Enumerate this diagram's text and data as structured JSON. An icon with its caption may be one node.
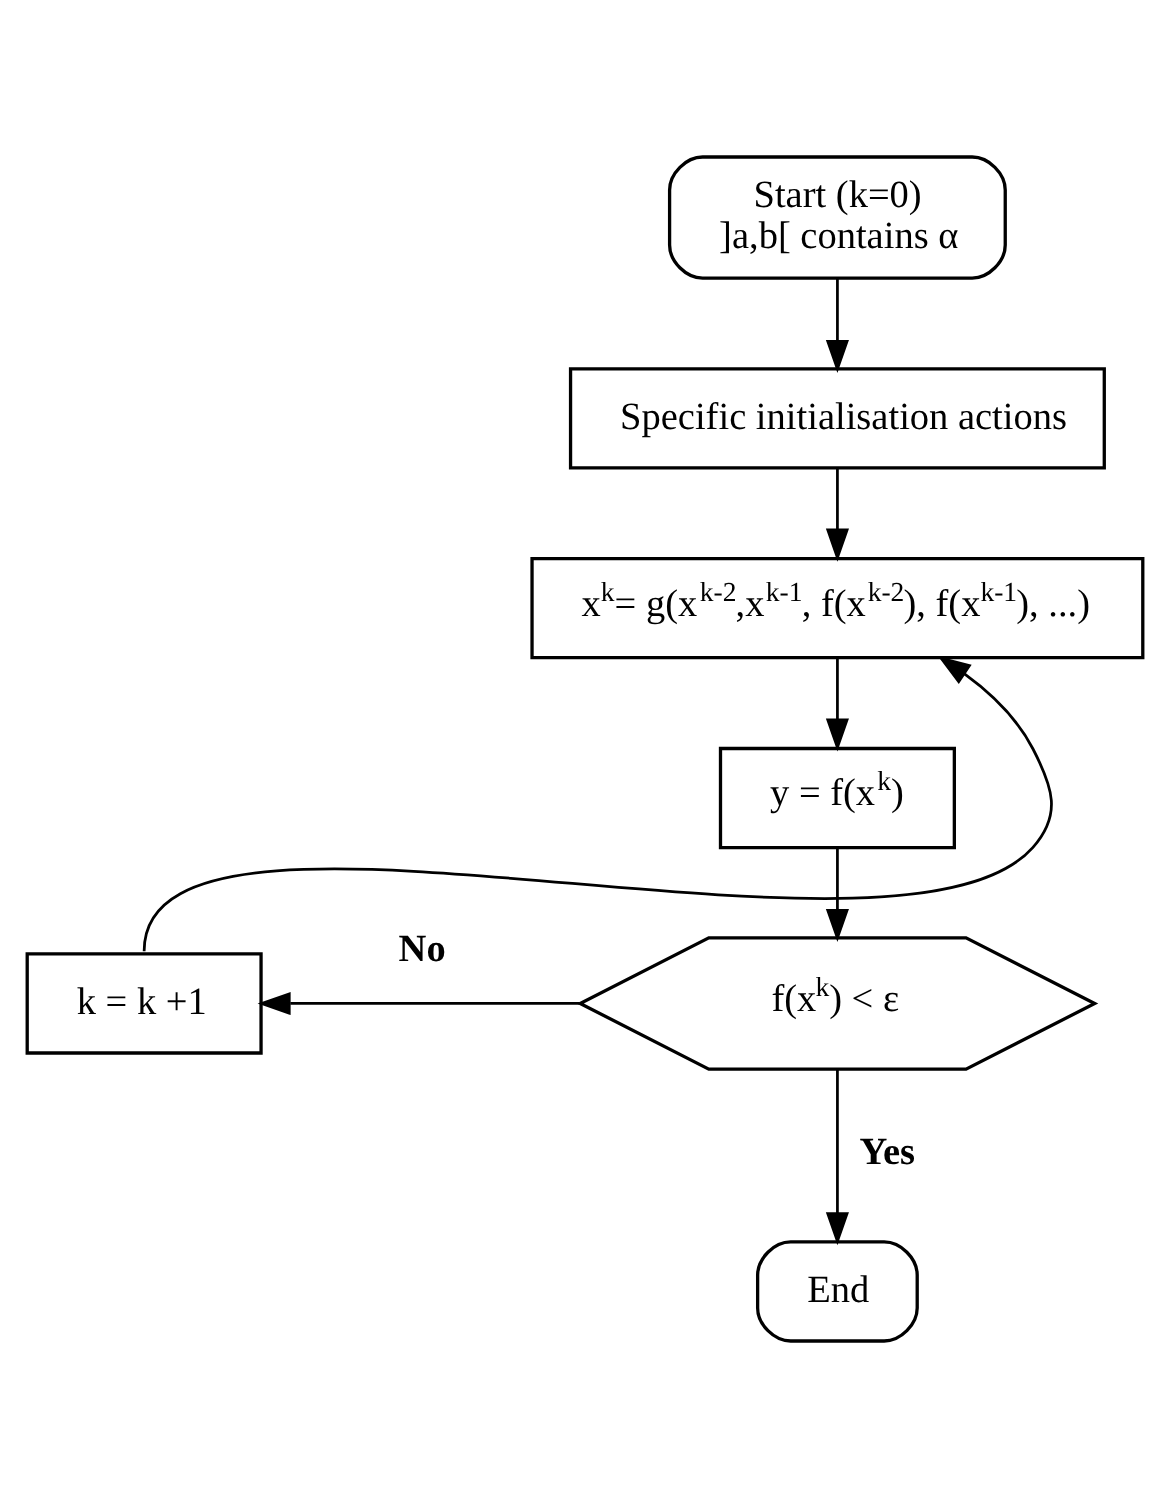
{
  "diagram": {
    "nodes": [
      {
        "text": [
          "Start (k=0)",
          "]a,b[ contains α"
        ]
      },
      {
        "text": [
          "Specific initialisation actions"
        ]
      },
      {
        "text": [
          "x$^{k}$= g(x$^{k-2}$,x$^{k-1}$, f(x$^{k-2}$), f(x$^{k-1}$), ...)"
        ]
      },
      {
        "text": [
          "y = f(x$^{k}$)"
        ]
      },
      {
        "text": [
          "f(x$^{k}$) < ε"
        ]
      },
      {
        "text": [
          "k = k +1"
        ]
      },
      {
        "text": [
          "End"
        ]
      }
    ],
    "edges": [
      {
        "from": 0,
        "to": 1,
        "arrow": "to"
      },
      {
        "from": 1,
        "to": 2,
        "arrow": "to"
      },
      {
        "from": 2,
        "to": 3,
        "arrow": "to"
      },
      {
        "from": 3,
        "to": 4,
        "arrow": "to"
      },
      {
        "from": 4,
        "to": 5,
        "arrow": "to",
        "label": "No"
      },
      {
        "from": 5,
        "to": 2,
        "arrow": "to"
      },
      {
        "from": 4,
        "to": 6,
        "arrow": "to",
        "label": "Yes"
      }
    ]
  }
}
